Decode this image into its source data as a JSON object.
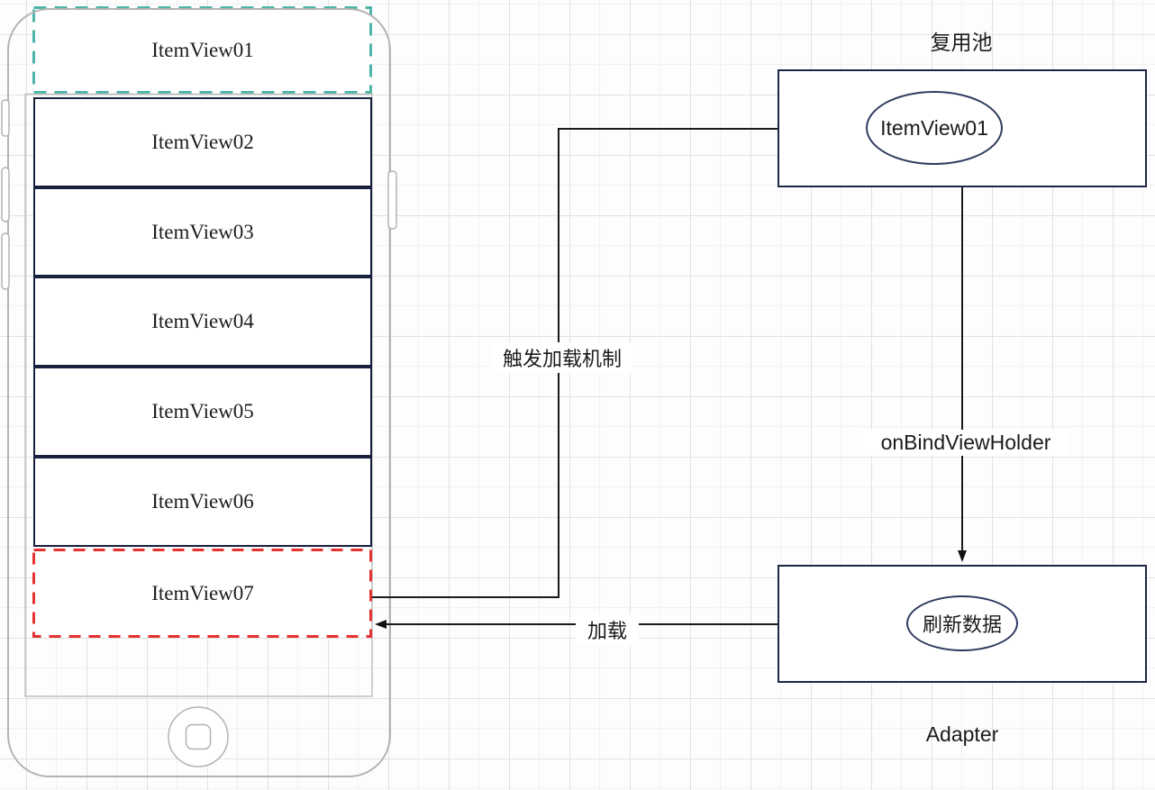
{
  "phone": {
    "items": [
      "ItemView01",
      "ItemView02",
      "ItemView03",
      "ItemView04",
      "ItemView05",
      "ItemView06",
      "ItemView07"
    ]
  },
  "reuse_pool": {
    "title": "复用池",
    "node_label": "ItemView01"
  },
  "adapter": {
    "title": "Adapter",
    "node_label": "刷新数据"
  },
  "connectors": {
    "trigger_label": "触发加载机制",
    "bind_label": "onBindViewHolder",
    "load_label": "加载"
  },
  "colors": {
    "teal_dash": "#4cb5a8",
    "red_dash": "#e53230",
    "box_border": "#1c2742",
    "item_border": "#17213d",
    "ellipse_border": "#2e3a5f",
    "connector_line": "#1a1a1a",
    "phone_frame": "#b3b3b3"
  }
}
